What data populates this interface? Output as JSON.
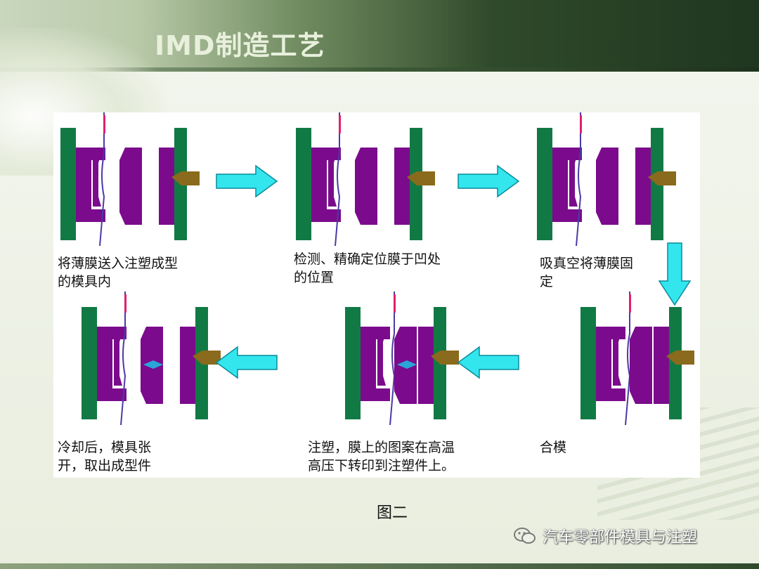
{
  "slide": {
    "title": "IMD制造工艺",
    "figure_label": "图二",
    "brand": "汽车零部件模具与注塑"
  },
  "steps": [
    {
      "caption": "将薄膜送入注塑成型\n的模具内"
    },
    {
      "caption": "检测、精确定位膜于凹处\n的位置"
    },
    {
      "caption": "吸真空将薄膜固\n定"
    },
    {
      "caption": "合模"
    },
    {
      "caption": "注塑，膜上的图案在高温\n高压下转印到注塑件上。"
    },
    {
      "caption": "冷却后，模具张\n开，取出成型件"
    }
  ],
  "colors": {
    "plate": "#117a44",
    "mold": "#7b0b8c",
    "film": "#4a3aa6",
    "film_mark": "#e01f6e",
    "nozzle": "#8a6a1c",
    "arrow": "#33e6ee",
    "resin": "#2aa6d8"
  }
}
